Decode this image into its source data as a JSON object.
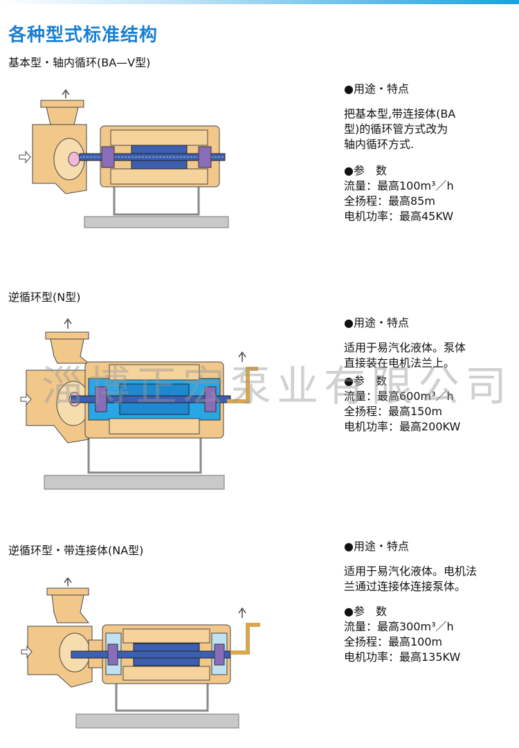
{
  "title": "各种型式标准结构",
  "sections": [
    {
      "name": "基本型・轴内循环(BA—V型)",
      "features_heading": "●用途・特点",
      "features_lines": [
        "把基本型,带连接体(BA",
        "型)的循环管方式改为",
        "轴内循环方式."
      ],
      "params_heading": "●参　数",
      "flow": "流量：最高100m³／h",
      "head": "全扬程：最高85m",
      "power": "电机功率：最高45KW"
    },
    {
      "name": "逆循环型(N型)",
      "features_heading": "●用途・特点",
      "features_lines": [
        "适用于易汽化液体。泵体",
        "直接装在电机法兰上。"
      ],
      "params_heading": "●参　数",
      "flow": "流量：最高600m³／h",
      "head": "全扬程：最高150m",
      "power": "电机功率：最高200KW"
    },
    {
      "name": "逆循环型・带连接体(NA型)",
      "features_heading": "●用途・特点",
      "features_lines": [
        "适用于易汽化液体。电机法",
        "兰通过连接体连接泵体。"
      ],
      "params_heading": "●参　数",
      "flow": "流量：最高300m³／h",
      "head": "全扬程：最高100m",
      "power": "电机功率：最高135KW"
    }
  ],
  "watermark": "淄博正宏泵业有限公司",
  "colors": {
    "title": "#1a7fd0",
    "casing": "#f2c88a",
    "rotor": "#3d5fb0",
    "liquid": "#29a6e6",
    "base": "#c9c9c9"
  }
}
